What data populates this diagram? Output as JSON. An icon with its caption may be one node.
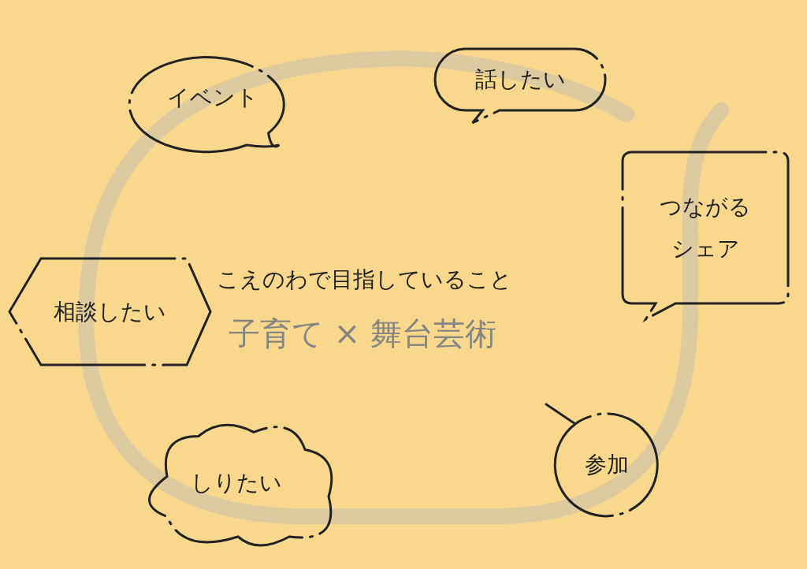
{
  "diagram": {
    "nodes": [
      {
        "text": [
          "イベント"
        ]
      },
      {
        "text": [
          "話したい"
        ]
      },
      {
        "text": [
          "つながる",
          "シェア"
        ]
      },
      {
        "text": [
          "相談したい"
        ]
      },
      {
        "text": [
          "参加"
        ]
      },
      {
        "text": [
          "しりたい"
        ]
      }
    ],
    "labels": [
      "こえのわで目指していること",
      "子育て × 舞台芸術"
    ]
  }
}
